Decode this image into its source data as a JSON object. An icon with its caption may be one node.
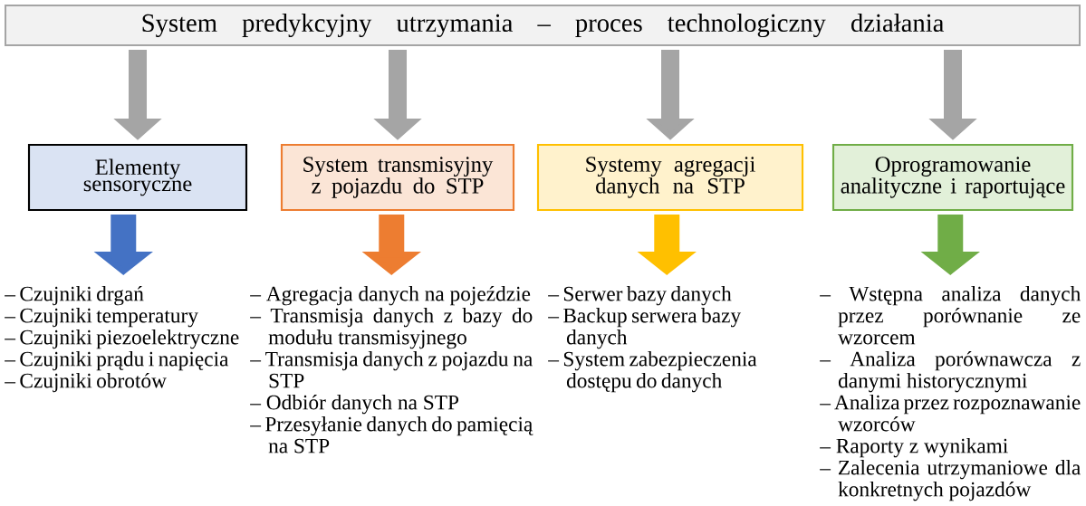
{
  "diagram": {
    "nodes": [
      {
        "text": [
          "System predykcyjny utrzymania – proces technologiczny działania"
        ]
      },
      {
        "text": [
          "Elementy sensoryczne"
        ]
      },
      {
        "text": [
          "System transmisyjny z pojazdu do STP"
        ]
      },
      {
        "text": [
          "Systemy agregacji danych na STP"
        ]
      },
      {
        "text": [
          "Oprogramowanie analityczne i raportujące"
        ]
      },
      {
        "text": [
          "– Czujniki drgań",
          "– Czujniki temperatury",
          "– Czujniki piezoelektryczne",
          "– Czujniki prądu i napięcia",
          "– Czujniki obrotów"
        ]
      },
      {
        "text": [
          "– Agregacja danych na pojeździe",
          "– Transmisja danych z bazy do modułu transmisyjnego",
          "– Transmisja danych z pojazdu na STP",
          "– Odbiór danych na STP",
          "– Przesyłanie danych do pamięcią na STP"
        ]
      },
      {
        "text": [
          "– Serwer bazy danych",
          "– Backup serwera bazy danych",
          "– System zabezpieczenia dostępu do danych"
        ]
      },
      {
        "text": [
          "– Wstępna analiza danych przez porównanie ze wzorcem",
          "– Analiza porównawcza z danymi historycznymi",
          "– Analiza przez rozpoznawanie wzorców",
          "– Raporty z wynikami",
          "– Zalecenia utrzymaniowe dla konkretnych pojazdów"
        ]
      }
    ],
    "edges": [
      {
        "from": 0,
        "to": 1,
        "arrow": "to",
        "color": "#a5a5a5"
      },
      {
        "from": 0,
        "to": 2,
        "arrow": "to",
        "color": "#a5a5a5"
      },
      {
        "from": 0,
        "to": 3,
        "arrow": "to",
        "color": "#a5a5a5"
      },
      {
        "from": 0,
        "to": 4,
        "arrow": "to",
        "color": "#a5a5a5"
      },
      {
        "from": 1,
        "to": 5,
        "arrow": "to",
        "color": "#4472c4"
      },
      {
        "from": 2,
        "to": 6,
        "arrow": "to",
        "color": "#ed7d31"
      },
      {
        "from": 3,
        "to": 7,
        "arrow": "to",
        "color": "#ffc000"
      },
      {
        "from": 4,
        "to": 8,
        "arrow": "to",
        "color": "#70ad47"
      }
    ]
  }
}
